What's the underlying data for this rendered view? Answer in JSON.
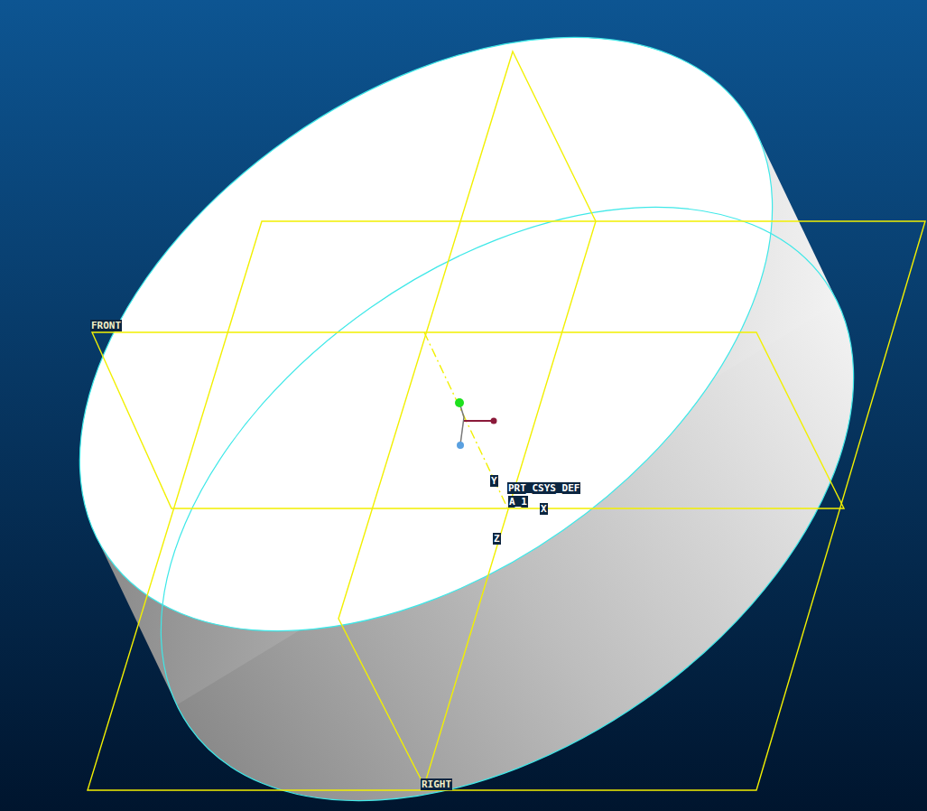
{
  "diagram": {
    "labels": [
      "FRONT",
      "RIGHT",
      "PRT_CSYS_DEF",
      "A_1",
      "Y",
      "X",
      "Z"
    ]
  }
}
